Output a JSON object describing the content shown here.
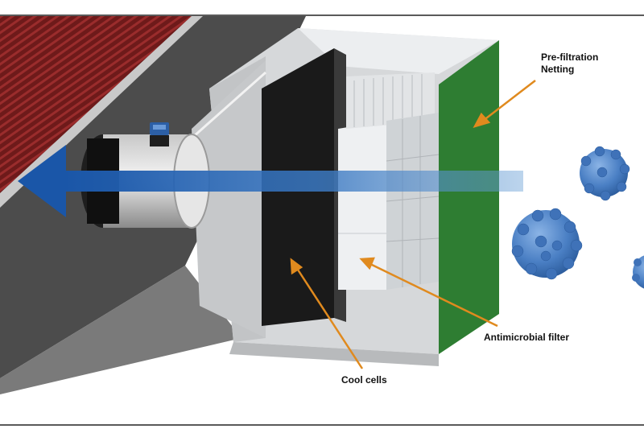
{
  "labels": {
    "prefiltration_line1": "Pre-filtration",
    "prefiltration_line2": "Netting",
    "antimicrobial": "Antimicrobial filter",
    "cool_cells": "Cool cells"
  },
  "colors": {
    "arrow_blue": "#1f5fb0",
    "callout_orange": "#e08a1e",
    "netting_green": "#2e7d32",
    "pad_red": "#7a1f1f",
    "cool_cell_black": "#1a1a1a",
    "microbe_blue": "#4a7fc4"
  }
}
